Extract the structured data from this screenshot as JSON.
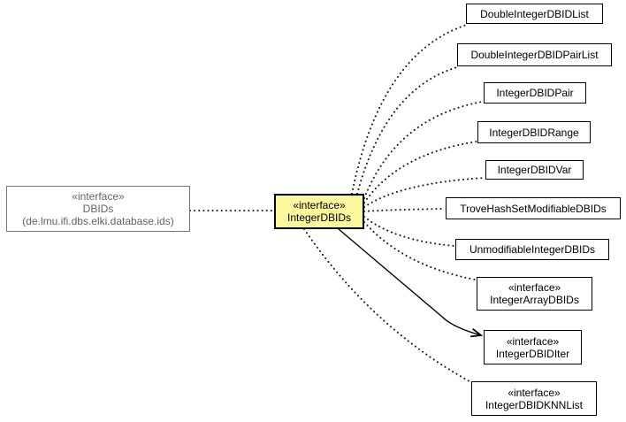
{
  "diagram": {
    "type": "uml-class-diagram",
    "background": "#ffffff",
    "accent_fill": "#FBF79C",
    "muted_text_color": "#636363",
    "edge_color": "#1a1a1a",
    "nodes": {
      "dbids": {
        "stereotype": "«interface»",
        "name": "DBIDs",
        "package": "(de.lmu.ifi.dbs.elki.database.ids)"
      },
      "integerDBIDs": {
        "stereotype": "«interface»",
        "name": "IntegerDBIDs"
      },
      "doubleIntegerDBIDList": {
        "name": "DoubleIntegerDBIDList"
      },
      "doubleIntegerDBIDPairList": {
        "name": "DoubleIntegerDBIDPairList"
      },
      "integerDBIDPair": {
        "name": "IntegerDBIDPair"
      },
      "integerDBIDRange": {
        "name": "IntegerDBIDRange"
      },
      "integerDBIDVar": {
        "name": "IntegerDBIDVar"
      },
      "troveHashSetModifiableDBIDs": {
        "name": "TroveHashSetModifiableDBIDs"
      },
      "unmodifiableIntegerDBIDs": {
        "name": "UnmodifiableIntegerDBIDs"
      },
      "integerArrayDBIDs": {
        "stereotype": "«interface»",
        "name": "IntegerArrayDBIDs"
      },
      "integerDBIDIter": {
        "stereotype": "«interface»",
        "name": "IntegerDBIDIter"
      },
      "integerDBIDKNNList": {
        "stereotype": "«interface»",
        "name": "IntegerDBIDKNNList"
      }
    },
    "edges": [
      {
        "from": "dbids",
        "to": "integerDBIDs",
        "style": "dotted"
      },
      {
        "from": "integerDBIDs",
        "to": "doubleIntegerDBIDList",
        "style": "dotted"
      },
      {
        "from": "integerDBIDs",
        "to": "doubleIntegerDBIDPairList",
        "style": "dotted"
      },
      {
        "from": "integerDBIDs",
        "to": "integerDBIDPair",
        "style": "dotted"
      },
      {
        "from": "integerDBIDs",
        "to": "integerDBIDRange",
        "style": "dotted"
      },
      {
        "from": "integerDBIDs",
        "to": "integerDBIDVar",
        "style": "dotted"
      },
      {
        "from": "integerDBIDs",
        "to": "troveHashSetModifiableDBIDs",
        "style": "dotted"
      },
      {
        "from": "integerDBIDs",
        "to": "unmodifiableIntegerDBIDs",
        "style": "dotted"
      },
      {
        "from": "integerDBIDs",
        "to": "integerArrayDBIDs",
        "style": "dotted"
      },
      {
        "from": "integerDBIDs",
        "to": "integerDBIDKNNList",
        "style": "dotted"
      },
      {
        "from": "integerDBIDs",
        "to": "integerDBIDIter",
        "style": "solid-arrow"
      }
    ]
  }
}
